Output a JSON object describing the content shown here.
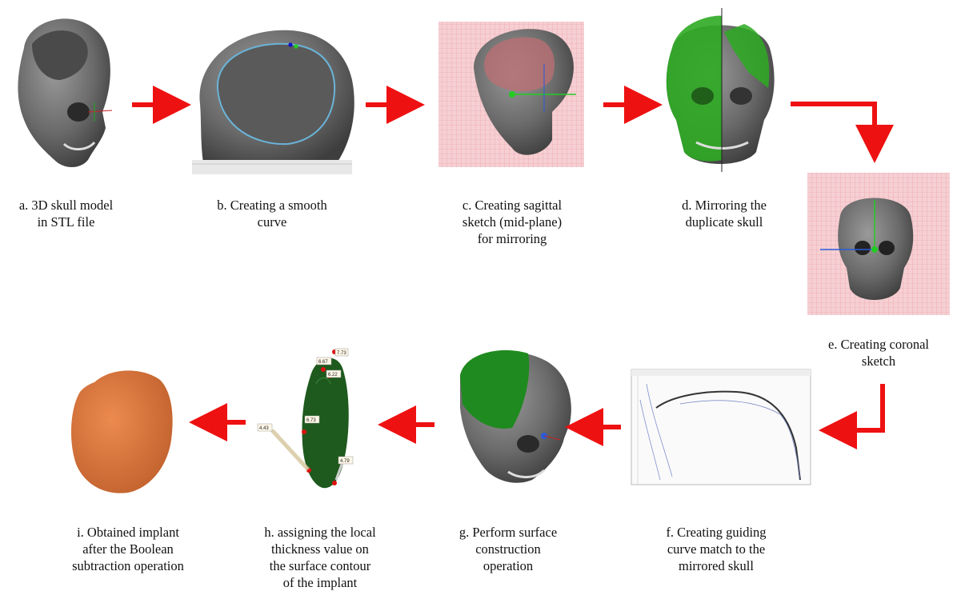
{
  "steps": [
    {
      "id": "a",
      "caption": "a. 3D skull model\nin STL file"
    },
    {
      "id": "b",
      "caption": "b. Creating a smooth\ncurve"
    },
    {
      "id": "c",
      "caption": "c. Creating sagittal\nsketch (mid-plane)\nfor mirroring"
    },
    {
      "id": "d",
      "caption": "d. Mirroring the\nduplicate skull"
    },
    {
      "id": "e",
      "caption": "e. Creating coronal\nsketch"
    },
    {
      "id": "f",
      "caption": "f. Creating guiding\ncurve match to the\nmirrored skull"
    },
    {
      "id": "g",
      "caption": "g. Perform surface\nconstruction\noperation"
    },
    {
      "id": "h",
      "caption": "h. assigning the local\nthickness value on\nthe surface contour\nof the implant"
    },
    {
      "id": "i",
      "caption": "i. Obtained implant\nafter the Boolean\nsubtraction operation"
    }
  ],
  "thickness_labels": [
    "6.67",
    "7.73",
    "6.22",
    "6.73",
    "4.43",
    "4.79"
  ],
  "colors": {
    "arrow": "#ee1111",
    "skull": "#6e6e6e",
    "mirror_green": "#2eaa22",
    "surface_green": "#1f8a1f",
    "implant_orange": "#d9723a",
    "grid_pink": "#f4c2c7"
  }
}
